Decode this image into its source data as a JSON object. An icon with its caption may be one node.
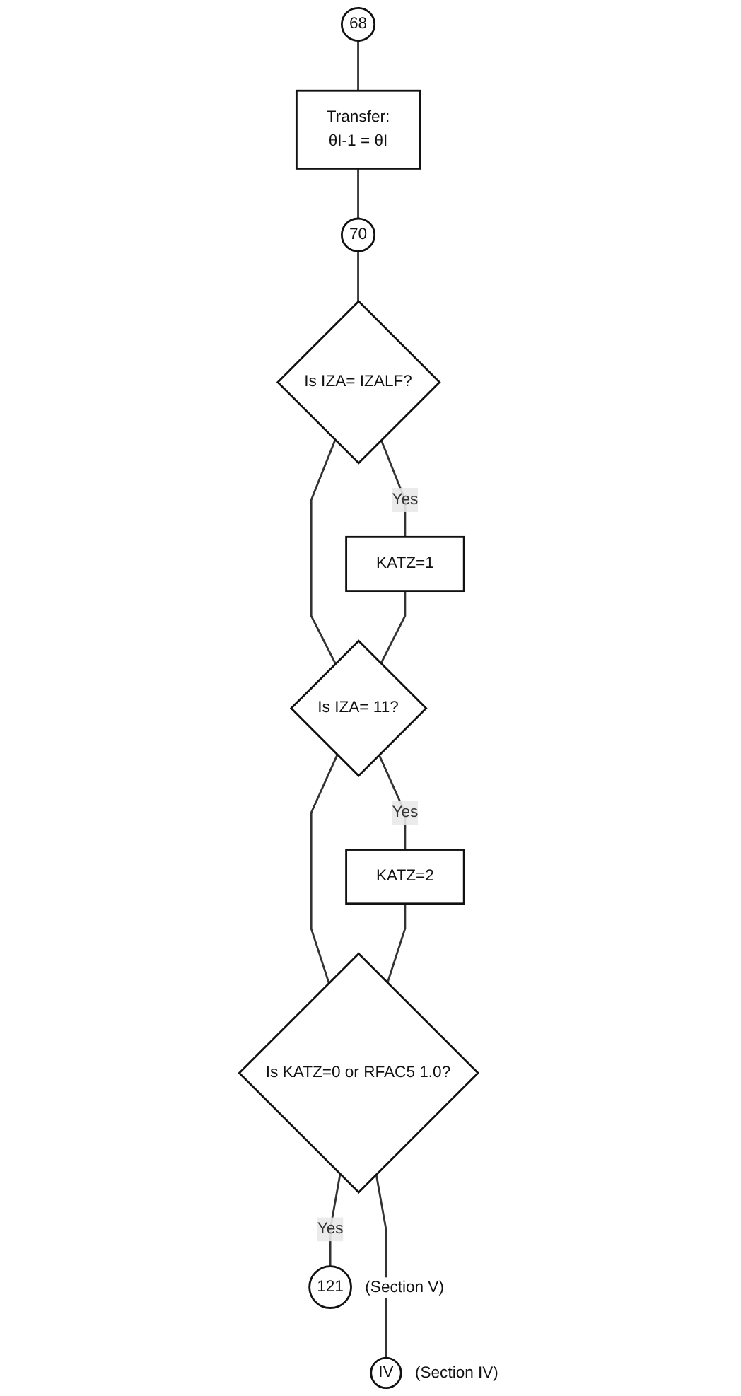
{
  "diagram": {
    "nodes": [
      {
        "text": [
          "68"
        ]
      },
      {
        "text": [
          "Transfer:",
          "θI-1 = θI"
        ]
      },
      {
        "text": [
          "70"
        ]
      },
      {
        "text": [
          "Is IZA= IZALF?"
        ]
      },
      {
        "text": [
          "KATZ=1"
        ]
      },
      {
        "text": [
          "Is IZA= 11?"
        ]
      },
      {
        "text": [
          "KATZ=2"
        ]
      },
      {
        "text": [
          "Is KATZ=0 or RFAC5 1.0?"
        ]
      },
      {
        "text": [
          "121"
        ],
        "beside": [
          "(Section V)"
        ]
      },
      {
        "text": [
          "IV"
        ],
        "beside": [
          "(Section IV)"
        ]
      }
    ],
    "edges": [
      {
        "from": 0,
        "to": 1,
        "arrow": "none"
      },
      {
        "from": 1,
        "to": 2,
        "arrow": "none"
      },
      {
        "from": 2,
        "to": 3,
        "arrow": "none"
      },
      {
        "from": 3,
        "to": 4,
        "label": "Yes",
        "arrow": "none"
      },
      {
        "from": 3,
        "to": 5,
        "arrow": "none"
      },
      {
        "from": 4,
        "to": 5,
        "arrow": "none"
      },
      {
        "from": 5,
        "to": 6,
        "label": "Yes",
        "arrow": "none"
      },
      {
        "from": 5,
        "to": 7,
        "arrow": "none"
      },
      {
        "from": 6,
        "to": 7,
        "arrow": "none"
      },
      {
        "from": 7,
        "to": 8,
        "label": "Yes",
        "arrow": "none"
      },
      {
        "from": 7,
        "to": 9,
        "arrow": "none"
      }
    ]
  }
}
